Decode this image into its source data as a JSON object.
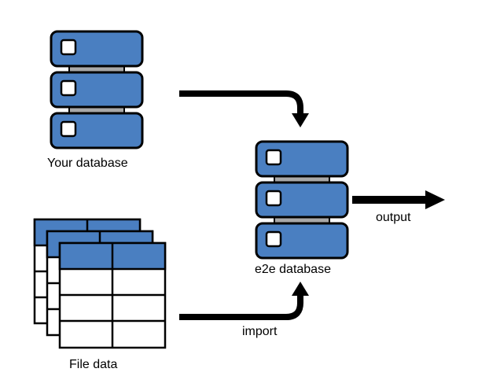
{
  "labels": {
    "your_database": "Your database",
    "file_data": "File data",
    "e2e_database": "e2e database",
    "output": "output",
    "import": "import"
  },
  "colors": {
    "server_blue": "#4a7fc1",
    "connector_gray": "#a8a8a8",
    "table_header_blue": "#4a7fc1",
    "outline": "#000000",
    "arrow": "#000000",
    "background": "#ffffff"
  },
  "icons": {
    "your_database": "database-server-icon",
    "e2e_database": "database-server-icon",
    "file_data": "table-stack-icon"
  }
}
